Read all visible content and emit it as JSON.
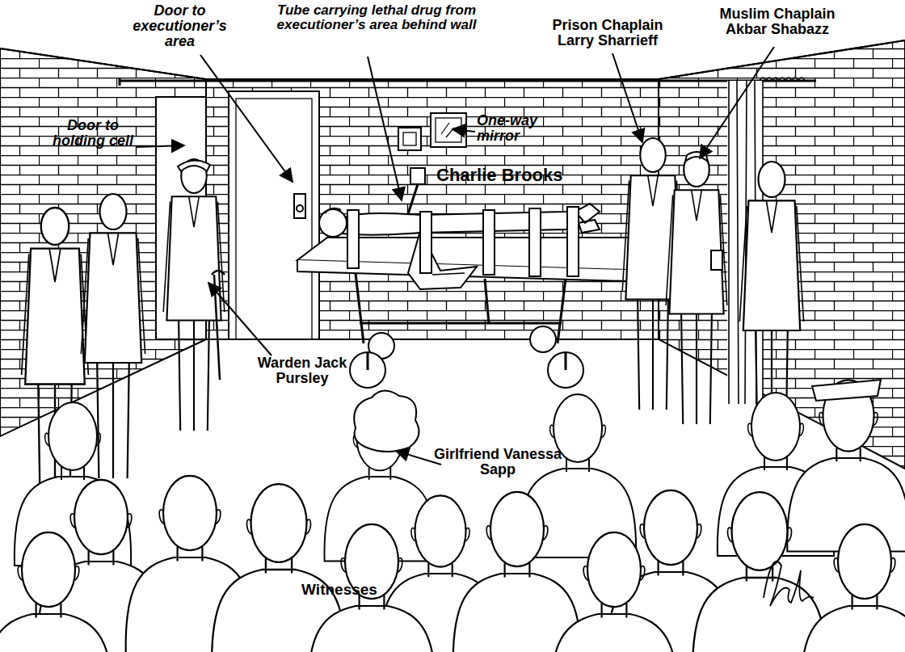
{
  "diagram": {
    "labels": [
      "Door to executioner’s area",
      "Tube carrying lethal drug from executioner’s area behind wall",
      "Prison Chaplain Larry Sharrieff",
      "Muslim Chaplain Akbar Shabazz",
      "Door to holding cell",
      "One-way mirror",
      "Charlie Brooks",
      "Warden Jack Pursley",
      "Girlfriend Vanessa Sapp",
      "Witnesses"
    ]
  }
}
